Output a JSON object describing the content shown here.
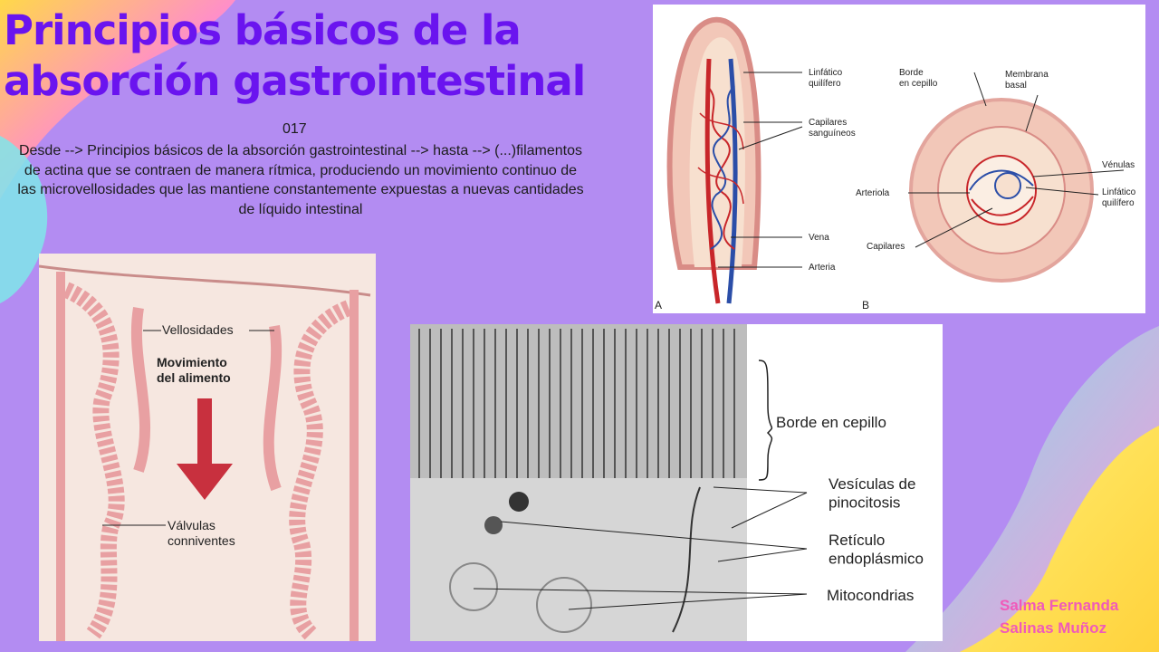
{
  "slide": {
    "title": "Principios básicos de la absorción gastrointestinal",
    "code": "017",
    "description": "Desde --> Principios básicos de la absorción gastrointestinal --> hasta --> (...)filamentos de actina que se contraen de manera rítmica, produciendo un movimiento continuo de las microvellosidades que las mantiene constantemente expuestas a nuevas cantidades de líquido intestinal",
    "author_line1": "Salma Fernanda",
    "author_line2": "Salinas Muñoz"
  },
  "figure_villus": {
    "panel_a": "A",
    "panel_b": "B",
    "labels_a": {
      "lymphatic": "Linfático\nquilífero",
      "capillaries": "Capilares\nsanguíneos",
      "vein": "Vena",
      "artery": "Arteria"
    },
    "labels_b": {
      "brush": "Borde\nen cepillo",
      "membrane": "Membrana\nbasal",
      "venules": "Vénulas",
      "arteriole": "Arteriola",
      "lymphatic": "Linfático\nquilífero",
      "capillaries": "Capilares"
    }
  },
  "figure_intestine": {
    "villi": "Vellosidades",
    "movement": "Movimiento\ndel alimento",
    "valves": "Válvulas\nconniventes"
  },
  "figure_micrograph": {
    "brush_border": "Borde en cepillo",
    "vesicles": "Vesículas de\npinocitosis",
    "reticulum": "Retículo\nendoplásmico",
    "mitochondria": "Mitocondrias"
  },
  "colors": {
    "background": "#b38cf2",
    "title": "#6a14ef",
    "author": "#f05ab9",
    "tissue": "#e8a0a2",
    "artery": "#c8262a",
    "vein": "#2b4ea8"
  }
}
